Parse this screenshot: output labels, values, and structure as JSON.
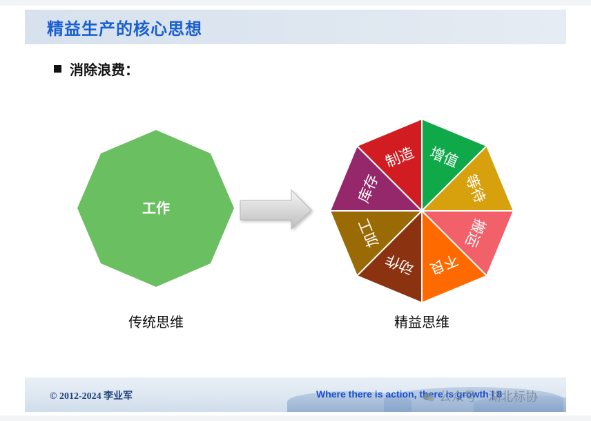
{
  "slide": {
    "title": "精益生产的核心思想",
    "bullet": "消除浪费："
  },
  "diagram": {
    "traditional": {
      "center_label": "工作",
      "caption": "传统思维",
      "color": "#6abf61"
    },
    "lean": {
      "caption": "精益思维",
      "segments": [
        {
          "label": "增值",
          "color": "#10a94a"
        },
        {
          "label": "等待",
          "color": "#d7a00d"
        },
        {
          "label": "搬运",
          "color": "#f2606a"
        },
        {
          "label": "不良",
          "color": "#ff6a00"
        },
        {
          "label": "动作",
          "color": "#8b3210"
        },
        {
          "label": "加工",
          "color": "#9a6a04"
        },
        {
          "label": "库存",
          "color": "#95286a"
        },
        {
          "label": "制造",
          "color": "#d11d21"
        }
      ]
    },
    "arrow_icon": "right-arrow"
  },
  "footer": {
    "copyright": "© 2012-2024 李业军",
    "slogan": "Where there is action, there is growth | 8",
    "watermark": "公众号 · 湖北标协"
  }
}
